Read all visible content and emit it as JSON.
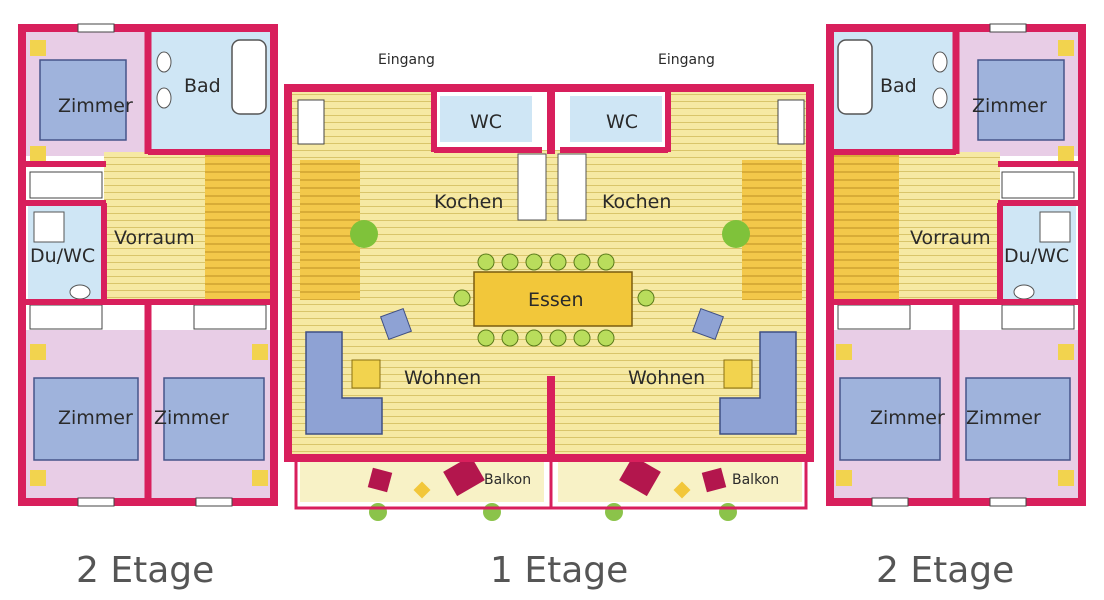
{
  "colors": {
    "wall": "#d81f5c",
    "wall_dark": "#b0134a",
    "room_purple": "#e8cde6",
    "bath_blue": "#cfe6f5",
    "floor_yellow": "#f6e9a3",
    "stair_orange": "#f3c84a",
    "bed_blue": "#9fb3dc",
    "sofa_blue": "#8ea2d4",
    "table_gold": "#f2c73a",
    "chair_green": "#b9dd5c",
    "balcony_furniture": "#b3164d",
    "accent_yellow": "#f2d34e",
    "text": "#2a2a2a",
    "caption": "#555555"
  },
  "floors": {
    "left": {
      "caption": "2 Etage",
      "rooms": {
        "zimmer_top": "Zimmer",
        "bad": "Bad",
        "du_wc": "Du/WC",
        "vorraum": "Vorraum",
        "zimmer_bottom_left": "Zimmer",
        "zimmer_bottom_right": "Zimmer"
      }
    },
    "center": {
      "caption": "1 Etage",
      "entrance_left": "Eingang",
      "entrance_right": "Eingang",
      "rooms": {
        "wc_left": "WC",
        "wc_right": "WC",
        "kochen_left": "Kochen",
        "kochen_right": "Kochen",
        "essen": "Essen",
        "wohnen_left": "Wohnen",
        "wohnen_right": "Wohnen",
        "balkon_left": "Balkon",
        "balkon_right": "Balkon"
      }
    },
    "right": {
      "caption": "2 Etage",
      "rooms": {
        "bad": "Bad",
        "zimmer_top": "Zimmer",
        "vorraum": "Vorraum",
        "du_wc": "Du/WC",
        "zimmer_bottom_left": "Zimmer",
        "zimmer_bottom_right": "Zimmer"
      }
    }
  }
}
